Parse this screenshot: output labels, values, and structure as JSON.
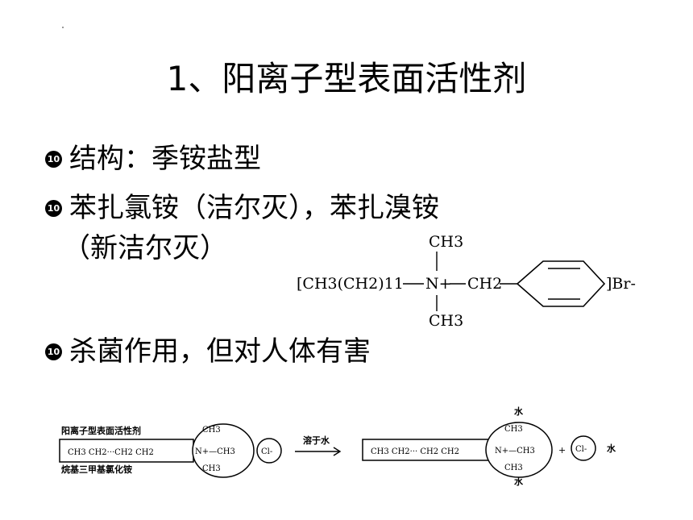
{
  "slide": {
    "title": "1、阳离子型表面活性剂",
    "bullets": [
      {
        "marker": "10",
        "text": "结构：季铵盐型"
      },
      {
        "marker": "10",
        "text": "苯扎氯铵（洁尔灭），苯扎溴铵",
        "continuation": "（新洁尔灭）"
      },
      {
        "marker": "10",
        "text": "杀菌作用，但对人体有害"
      }
    ]
  },
  "formula": {
    "ch3_top": "CH3",
    "ch3_bottom": "CH3",
    "chain": "[CH3(CH2)11",
    "nitrogen": "N+",
    "ch2": "CH2",
    "counter_ion": "]Br-"
  },
  "diagram": {
    "label_top": "阳离子型表面活性剂",
    "label_bottom": "烷基三甲基氯化铵",
    "left_chain": "CH3 CH2···CH2 CH2",
    "left_head_top": "CH3",
    "left_head_center": "N+—CH3",
    "left_head_bottom": "CH3",
    "left_ion": "Cl-",
    "arrow_label": "溶于水",
    "right_chain": "CH3 CH2··· CH2 CH2",
    "right_head_top": "CH3",
    "right_head_center": "N+—CH3",
    "right_head_bottom": "CH3",
    "water_top": "水",
    "water_bottom": "水",
    "plus": "+",
    "right_ion": "Cl-",
    "water_right": "水"
  }
}
